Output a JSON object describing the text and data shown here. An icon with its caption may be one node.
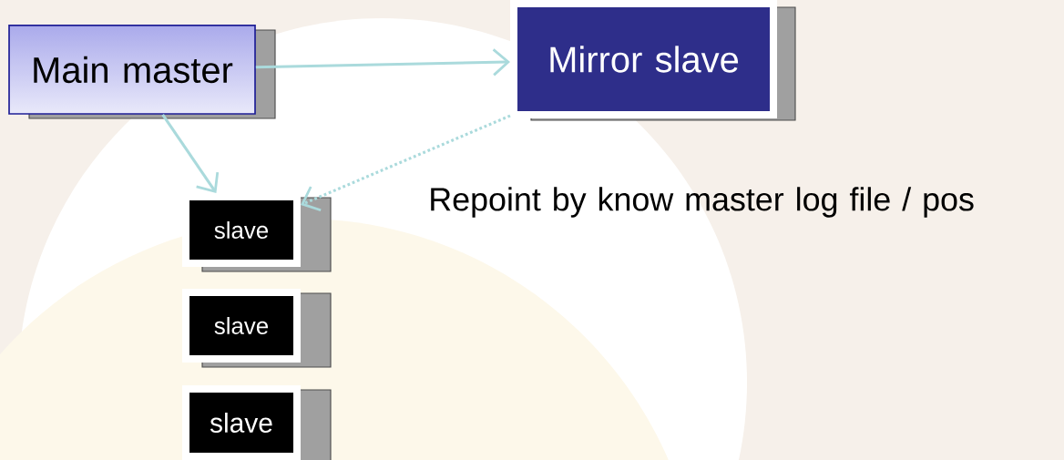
{
  "diagram": {
    "nodes": [
      {
        "text": [
          "Main master"
        ]
      },
      {
        "text": [
          "Mirror slave"
        ]
      },
      {
        "text": [
          "slave"
        ]
      },
      {
        "text": [
          "slave"
        ]
      },
      {
        "text": [
          "slave"
        ]
      }
    ],
    "edges": [
      {
        "from": 0,
        "to": 1,
        "arrow": "to"
      },
      {
        "from": 0,
        "to": 2,
        "arrow": "to"
      },
      {
        "from": 1,
        "to": 2,
        "arrow": "to",
        "style": "dashed"
      }
    ],
    "labels": [
      "Repoint by know master log file / pos"
    ]
  }
}
